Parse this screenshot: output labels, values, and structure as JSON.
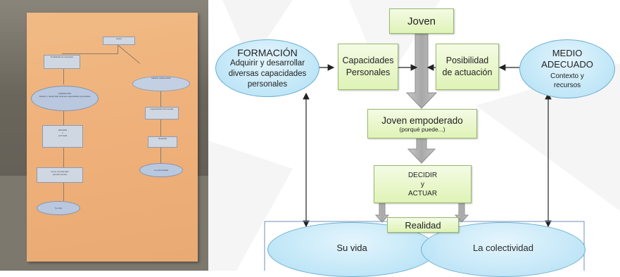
{
  "photo": {
    "boxes": [
      "Joven",
      "Posibilidad de actuación",
      "FORMACIÓN",
      "Adquirir y desarrollar diversas capacidades personales",
      "MEDIO ADECUADO",
      "Capacidades Personales",
      "DECIDIR",
      "Y",
      "ACTUAR",
      "Realidad",
      "Joven empoderado",
      "(porqué puede)",
      "La colectividad",
      "Su vida"
    ]
  },
  "diagram": {
    "joven": "Joven",
    "formacion_title": "FORMACIÓN",
    "formacion_desc": "Adquirir y desarrollar diversas capacidades personales",
    "capacidades": "Capacidades Personales",
    "posibilidad": "Posibilidad de actuación",
    "medio_title": "MEDIO ADECUADO",
    "medio_desc": "Contexto y recursos",
    "empoderado": "Joven empoderado",
    "empoderado_sub": "(porqué puede...)",
    "decidir": "DECIDIR",
    "y": "y",
    "actuar": "ACTUAR",
    "realidad": "Realidad",
    "su_vida": "Su vida",
    "colectividad": "La colectividad"
  },
  "colors": {
    "green_box": "#dff3b6",
    "blue_ellipse": "#bfe6f7",
    "arrow_gray": "#bdbdbd",
    "photo_card": "#efb07a"
  }
}
